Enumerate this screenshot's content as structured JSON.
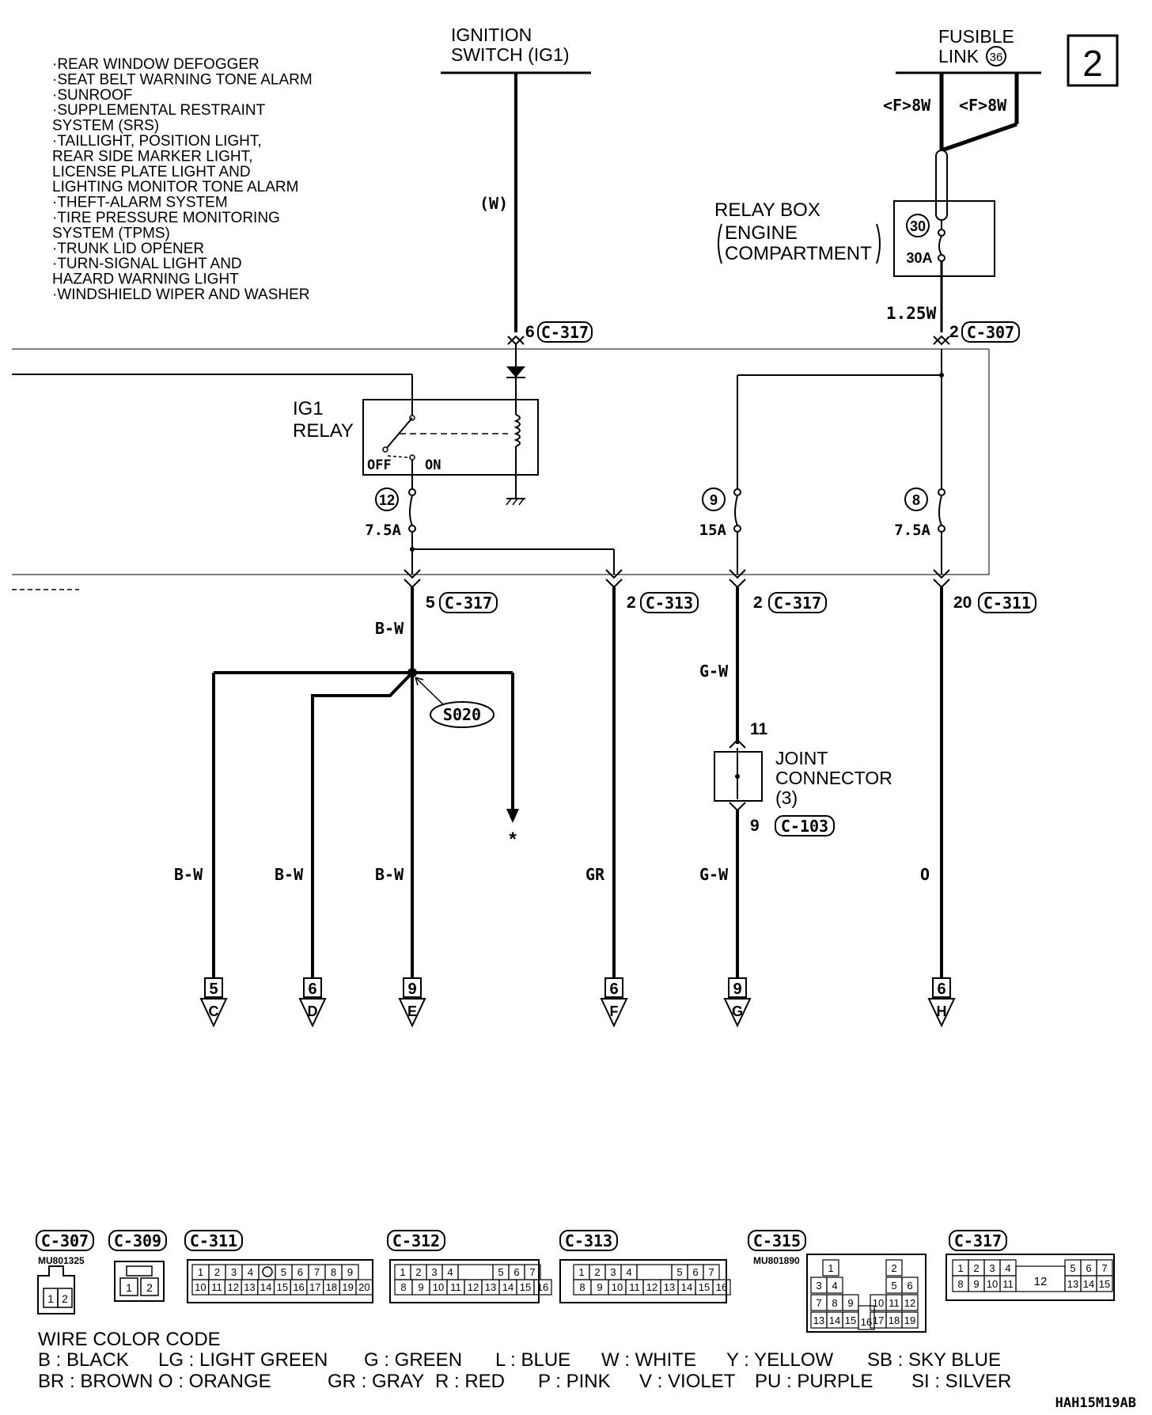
{
  "page_number": "2",
  "figure_id": "HAH15M19AB",
  "system_list": [
    "·REAR WINDOW DEFOGGER",
    "·SEAT BELT WARNING TONE ALARM",
    "·SUNROOF",
    "·SUPPLEMENTAL RESTRAINT",
    " SYSTEM (SRS)",
    "·TAILLIGHT, POSITION LIGHT,",
    " REAR SIDE MARKER LIGHT,",
    " LICENSE PLATE LIGHT AND",
    " LIGHTING MONITOR TONE ALARM",
    "·THEFT-ALARM SYSTEM",
    "·TIRE PRESSURE MONITORING",
    " SYSTEM (TPMS)",
    "·TRUNK LID OPENER",
    "·TURN-SIGNAL LIGHT AND",
    " HAZARD WARNING LIGHT",
    "·WINDSHIELD WIPER AND WASHER"
  ],
  "ignition_switch": {
    "line1": "IGNITION",
    "line2": "SWITCH (IG1)"
  },
  "fusible_link": {
    "line1": "FUSIBLE",
    "line2": "LINK",
    "num": "36",
    "wire_a": "<F>8W",
    "wire_b": "<F>8W"
  },
  "relay_box": {
    "line1": "RELAY BOX",
    "line2": "ENGINE",
    "line3": "COMPARTMENT",
    "fuse_num": "30",
    "fuse_amp": "30A"
  },
  "ig1_relay": {
    "line1": "IG1",
    "line2": "RELAY",
    "off": "OFF",
    "on": "ON"
  },
  "wire_labels": {
    "ign_color": "(W)",
    "relay_to_c307": "1.25W",
    "c_bw": "B-W",
    "out_c": "B-W",
    "out_d": "B-W",
    "out_e": "B-W",
    "out_f": "GR",
    "g_upper": "G-W",
    "out_g": "G-W",
    "out_h": "O"
  },
  "connectors": {
    "c317_top": {
      "pin": "6",
      "name": "C-317"
    },
    "c307": {
      "pin": "2",
      "name": "C-307"
    },
    "c317_c": {
      "pin": "5",
      "name": "C-317"
    },
    "c313": {
      "pin": "2",
      "name": "C-313"
    },
    "c317_g": {
      "pin": "2",
      "name": "C-317"
    },
    "c311": {
      "pin": "20",
      "name": "C-311"
    },
    "c103": {
      "pin": "9",
      "name": "C-103"
    }
  },
  "fuses": [
    {
      "num": "12",
      "amp": "7.5A"
    },
    {
      "num": "9",
      "amp": "15A"
    },
    {
      "num": "8",
      "amp": "7.5A"
    }
  ],
  "splice": "S020",
  "asterisk": "*",
  "joint_connector": {
    "line1": "JOINT",
    "line2": "CONNECTOR",
    "line3": "(3)",
    "pin_in": "11",
    "pin_out": "9"
  },
  "terminals": [
    {
      "num": "5",
      "letter": "C"
    },
    {
      "num": "6",
      "letter": "D"
    },
    {
      "num": "9",
      "letter": "E"
    },
    {
      "num": "6",
      "letter": "F"
    },
    {
      "num": "9",
      "letter": "G"
    },
    {
      "num": "6",
      "letter": "H"
    }
  ],
  "connector_views": {
    "c307": {
      "name": "C-307",
      "part": "MU801325"
    },
    "c309": {
      "name": "C-309"
    },
    "c311": {
      "name": "C-311"
    },
    "c312": {
      "name": "C-312"
    },
    "c313": {
      "name": "C-313"
    },
    "c315": {
      "name": "C-315",
      "part": "MU801890"
    },
    "c317": {
      "name": "C-317"
    }
  },
  "wire_color_code": {
    "title": "WIRE COLOR CODE",
    "row1": [
      "B : BLACK",
      "LG : LIGHT GREEN",
      "G : GREEN",
      "L : BLUE",
      "W : WHITE",
      "Y : YELLOW",
      "SB : SKY BLUE"
    ],
    "row2": [
      "BR : BROWN",
      "O : ORANGE",
      "GR : GRAY",
      "R : RED",
      "P : PINK",
      "V : VIOLET",
      "PU : PURPLE",
      "SI : SILVER"
    ]
  }
}
